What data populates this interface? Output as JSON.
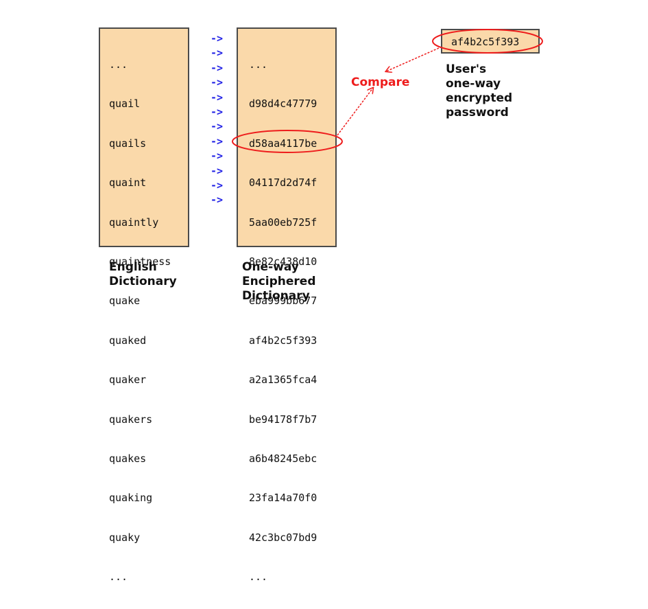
{
  "dictionary": {
    "words": [
      "...",
      "quail",
      "quails",
      "quaint",
      "quaintly",
      "quaintness",
      "quake",
      "quaked",
      "quaker",
      "quakers",
      "quakes",
      "quaking",
      "quaky",
      "..."
    ],
    "caption": [
      "English",
      "Dictionary"
    ]
  },
  "arrows": [
    "->",
    "->",
    "->",
    "->",
    "->",
    "->",
    "->",
    "->",
    "->",
    "->",
    "->",
    "->"
  ],
  "enciphered": {
    "hashes": [
      "...",
      "d98d4c47779",
      "d58aa4117be",
      "04117d2d74f",
      "5aa00eb725f",
      "8e82c438d10",
      "eba999bb677",
      "af4b2c5f393",
      "a2a1365fca4",
      "be94178f7b7",
      "a6b48245ebc",
      "23fa14a70f0",
      "42c3bc07bd9",
      "..."
    ],
    "caption": [
      "One-way",
      "Enciphered",
      "Dictionary"
    ]
  },
  "compare_label": "Compare",
  "user_password": {
    "hash": "af4b2c5f393",
    "caption": [
      "User's",
      "one-way",
      "encrypted",
      "password"
    ]
  },
  "colors": {
    "box_fill": "#fad9aa",
    "arrow_blue": "#2323e6",
    "highlight_red": "#ee1c1c"
  }
}
